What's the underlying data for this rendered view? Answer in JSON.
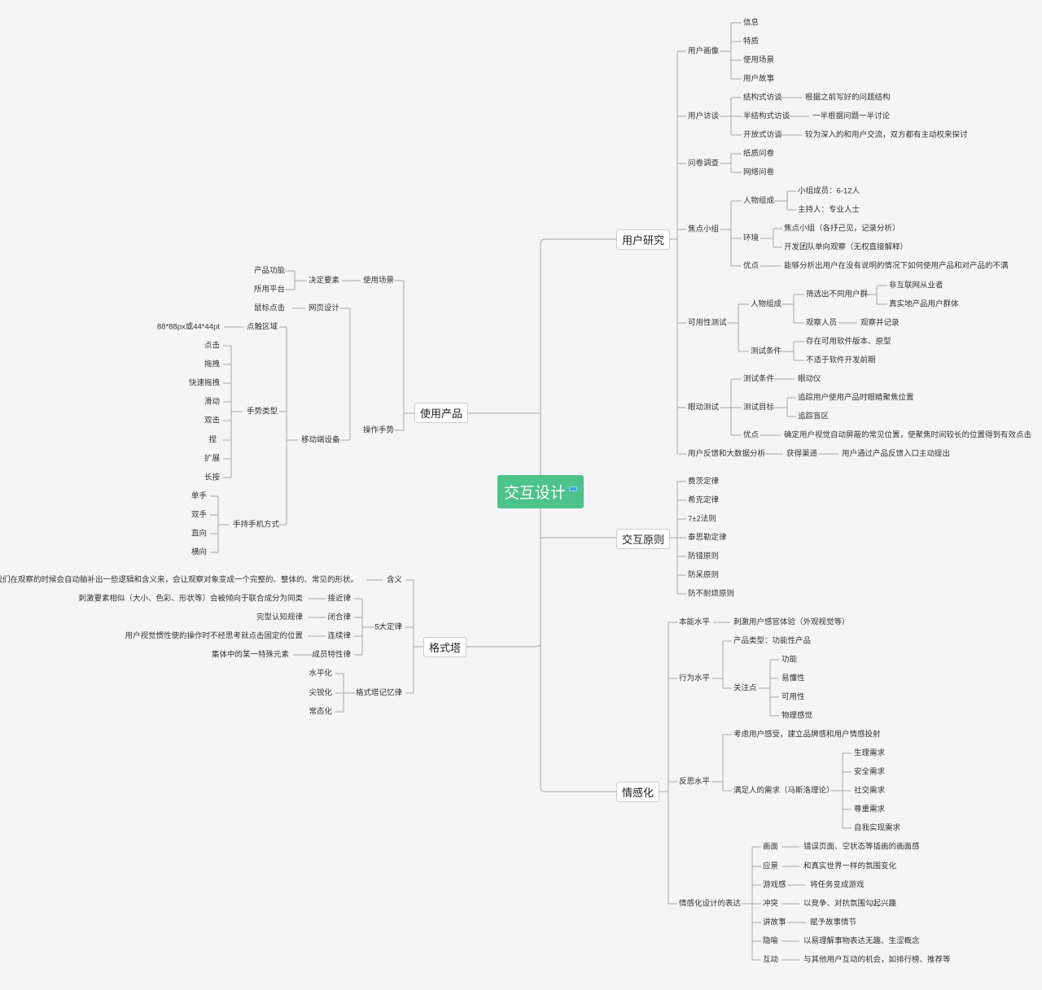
{
  "root": "交互设计",
  "branches": {
    "research": "用户研究",
    "use_product": "使用产品",
    "principles": "交互原则",
    "gestalt": "格式塔",
    "emotion": "情感化"
  },
  "nodes": {
    "r_persona": "用户画像",
    "r_p1": "信息",
    "r_p2": "特质",
    "r_p3": "使用场景",
    "r_p4": "用户故事",
    "r_interview": "用户访谈",
    "r_i1": "结构式访谈",
    "r_i1d": "根据之前写好的问题结构",
    "r_i2": "半结构式访谈",
    "r_i2d": "一半根据问题一半讨论",
    "r_i3": "开放式访谈",
    "r_i3d": "较为深入的和用户交流，双方都有主动权来探讨",
    "r_survey": "问卷调查",
    "r_s1": "纸质问卷",
    "r_s2": "网络问卷",
    "r_focus": "焦点小组",
    "r_f_people": "人物组成",
    "r_f_p1": "小组成员：6-12人",
    "r_f_p2": "主持人：专业人士",
    "r_f_env": "环境",
    "r_f_e1": "焦点小组（各抒己见，记录分析）",
    "r_f_e2": "开发团队单向观察（无权直接解释）",
    "r_f_adv": "优点",
    "r_f_advd": "能够分析出用户在没有说明的情况下如何使用产品和对产品的不满",
    "r_usability": "可用性测试",
    "r_u_people": "人物组成",
    "r_u_screen": "筛选出不同用户群",
    "r_u_s1": "非互联网从业者",
    "r_u_s2": "真实地产品用户群体",
    "r_u_obs": "观察人员",
    "r_u_obsd": "观察并记录",
    "r_u_cond": "测试条件",
    "r_u_c1": "存在可用软件版本、原型",
    "r_u_c2": "不适于软件开发前期",
    "r_eye": "眼动测试",
    "r_e_cond": "测试条件",
    "r_e_condd": "眼动仪",
    "r_e_goal": "测试目标",
    "r_e_g1": "追踪用户使用产品时眼睛聚焦位置",
    "r_e_g2": "追踪盲区",
    "r_e_adv": "优点",
    "r_e_advd": "确定用户视觉自动屏蔽的常见位置，使聚焦时间较长的位置得到有效点击",
    "r_feedback": "用户反馈和大数据分析",
    "r_fb_ch": "获得渠道",
    "r_fb_chd": "用户通过产品反馈入口主动提出",
    "u_scene": "使用场景",
    "u_factors": "决定要素",
    "u_f1": "产品功能",
    "u_f2": "所用平台",
    "u_gesture": "操作手势",
    "u_web": "网页设计",
    "u_web1": "鼠标点击",
    "u_mobile": "移动端设备",
    "u_touch": "点触区域",
    "u_touchd": "88*88px或44*44pt",
    "u_gtype": "手势类型",
    "u_g1": "点击",
    "u_g2": "拖拽",
    "u_g3": "快速拖拽",
    "u_g4": "滑动",
    "u_g5": "双击",
    "u_g6": "捏",
    "u_g7": "扩展",
    "u_g8": "长按",
    "u_hold": "手持手机方式",
    "u_h1": "单手",
    "u_h2": "双手",
    "u_h3": "直向",
    "u_h4": "横向",
    "p1": "费茨定律",
    "p2": "希克定律",
    "p3": "7±2法则",
    "p4": "泰思勒定律",
    "p5": "防错原则",
    "p6": "防呆原则",
    "p7": "防不耐烦原则",
    "g_meaning": "含义",
    "g_meaningd": "我们在观察的时候会自动脑补出一些逻辑和含义来，会让观察对象变成一个完整的、整体的、常见的形状。",
    "g_five": "5大定律",
    "g_l1": "接近律",
    "g_l1d": "刺激要素相似（大小、色彩、形状等）会被倾向于联合成分为同类",
    "g_l2": "闭合律",
    "g_l2d": "完型认知规律",
    "g_l3": "连续律",
    "g_l3d": "用户视觉惯性使的操作时不经思考就点击固定的位置",
    "g_l4": "成员特性律",
    "g_l4d": "集体中的某一特殊元素",
    "g_mem": "格式塔记忆律",
    "g_m1": "水平化",
    "g_m2": "尖锐化",
    "g_m3": "常态化",
    "e_instinct": "本能水平",
    "e_instinctd": "刺激用户感官体验（外观视觉等）",
    "e_behavior": "行为水平",
    "e_b_type": "产品类型：功能性产品",
    "e_b_focus": "关注点",
    "e_bf1": "功能",
    "e_bf2": "易懂性",
    "e_bf3": "可用性",
    "e_bf4": "物理感觉",
    "e_reflect": "反思水平",
    "e_r1": "考虑用户感受，建立品牌感和用户情感投射",
    "e_r2": "满足人的需求（马斯洛理论）",
    "e_n1": "生理需求",
    "e_n2": "安全需求",
    "e_n3": "社交需求",
    "e_n4": "尊重需求",
    "e_n5": "自我实现需求",
    "e_express": "情感化设计的表达",
    "e_x1": "画面",
    "e_x1d": "错误页面、空状态等插画的画面感",
    "e_x2": "应景",
    "e_x2d": "和真实世界一样的氛围变化",
    "e_x3": "游戏感",
    "e_x3d": "将任务变成游戏",
    "e_x4": "冲突",
    "e_x4d": "以竞争、对抗氛围勾起兴趣",
    "e_x5": "讲故事",
    "e_x5d": "赋予故事情节",
    "e_x6": "隐喻",
    "e_x6d": "以易理解事物表达无趣、生涩概念",
    "e_x7": "互动",
    "e_x7d": "与其他用户互动的机会，如排行榜、推荐等"
  },
  "colors": {
    "background": "#f5f5f5",
    "root": "#4cc38a",
    "line": "#a8a8a8"
  }
}
